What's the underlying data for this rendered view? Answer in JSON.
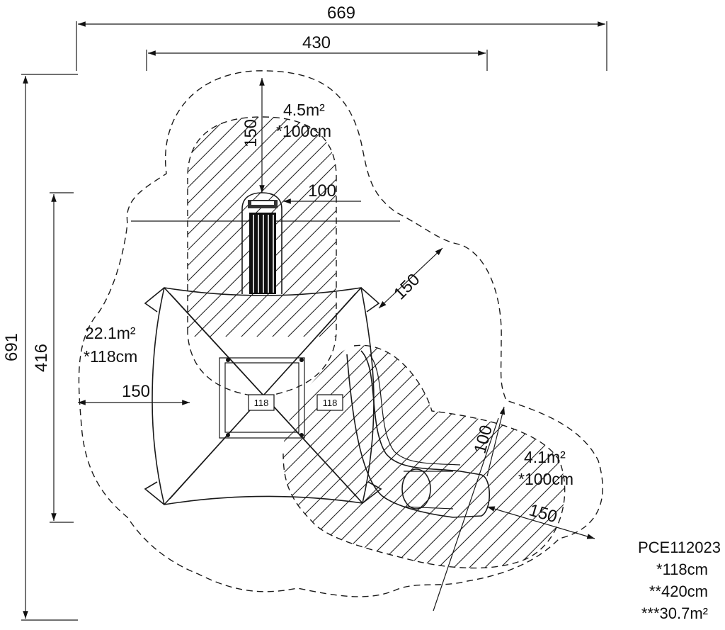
{
  "dimensions": {
    "overall_width": "669",
    "structure_width": "430",
    "overall_height": "691",
    "structure_height": "416",
    "left_clearance": "150",
    "top_clearance": "150",
    "top_offset": "100",
    "diag_clearance": "150",
    "slide_clearance": "100",
    "slide_end_clearance": "150"
  },
  "areas": {
    "top": {
      "area": "4.5m²",
      "height": "*100cm"
    },
    "main": {
      "area": "22.1m²",
      "height": "*118cm"
    },
    "slide": {
      "area": "4.1m²",
      "height": "*100cm"
    }
  },
  "platforms": {
    "center": "118",
    "right": "118"
  },
  "product": {
    "code": "PCE112023",
    "height": "*118cm",
    "length": "**420cm",
    "area": "***30.7m²"
  }
}
